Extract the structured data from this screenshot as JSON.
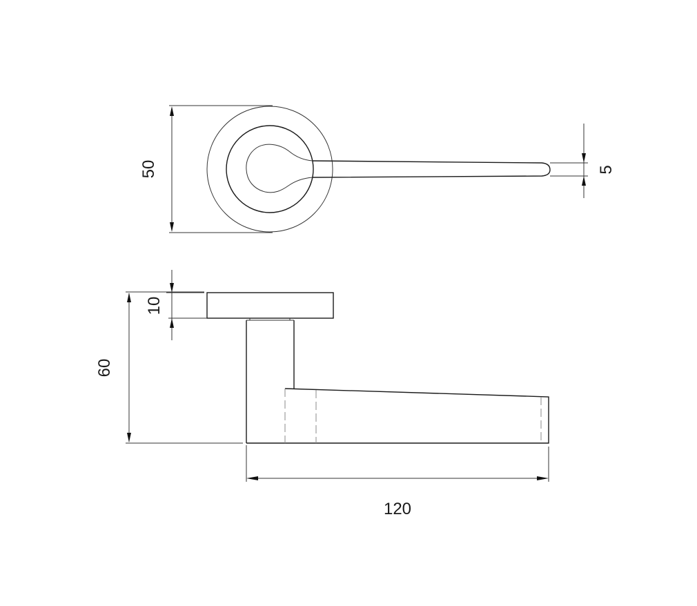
{
  "drawing": {
    "subject": "lever door handle on round rose",
    "views": [
      {
        "name": "top-view",
        "description": "rose with keyhole-shaped lever neck and tapered lever arm"
      },
      {
        "name": "side-view",
        "description": "rose plate, spindle neck and lever arm"
      }
    ],
    "colors": {
      "line": "#1a1a1a",
      "hidden_line": "#8a8a8a",
      "background": "#ffffff"
    }
  },
  "dimensions": {
    "rose_diameter": "50",
    "lever_width": "5",
    "rose_thickness": "10",
    "total_height": "60",
    "total_length": "120"
  }
}
